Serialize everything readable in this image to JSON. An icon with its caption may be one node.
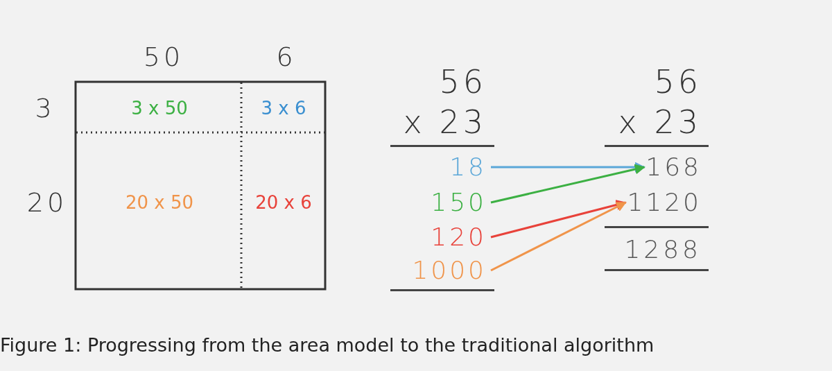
{
  "diagram": {
    "caption": "Figure 1: Progressing from the area model to the traditional algorithm",
    "nodes": [
      {
        "text": [
          "3 x 50"
        ]
      },
      {
        "text": [
          "3 x 6"
        ]
      },
      {
        "text": [
          "20 x 50"
        ]
      },
      {
        "text": [
          "20 x 6"
        ]
      },
      {
        "text": [
          "18"
        ]
      },
      {
        "text": [
          "150"
        ]
      },
      {
        "text": [
          "120"
        ]
      },
      {
        "text": [
          "1000"
        ]
      },
      {
        "text": [
          "168"
        ]
      },
      {
        "text": [
          "1120"
        ]
      }
    ],
    "edges": [
      {
        "from": 4,
        "to": 8,
        "arrow": "to",
        "color": "#5ba7d8"
      },
      {
        "from": 5,
        "to": 8,
        "arrow": "to",
        "color": "#3cb043"
      },
      {
        "from": 6,
        "to": 9,
        "arrow": "to",
        "color": "#e8423a"
      },
      {
        "from": 7,
        "to": 9,
        "arrow": "to",
        "color": "#f0944a"
      }
    ],
    "labels": [
      "50",
      "6",
      "56",
      "56",
      "3",
      "x 23",
      "x 23",
      "20",
      "1288"
    ]
  }
}
